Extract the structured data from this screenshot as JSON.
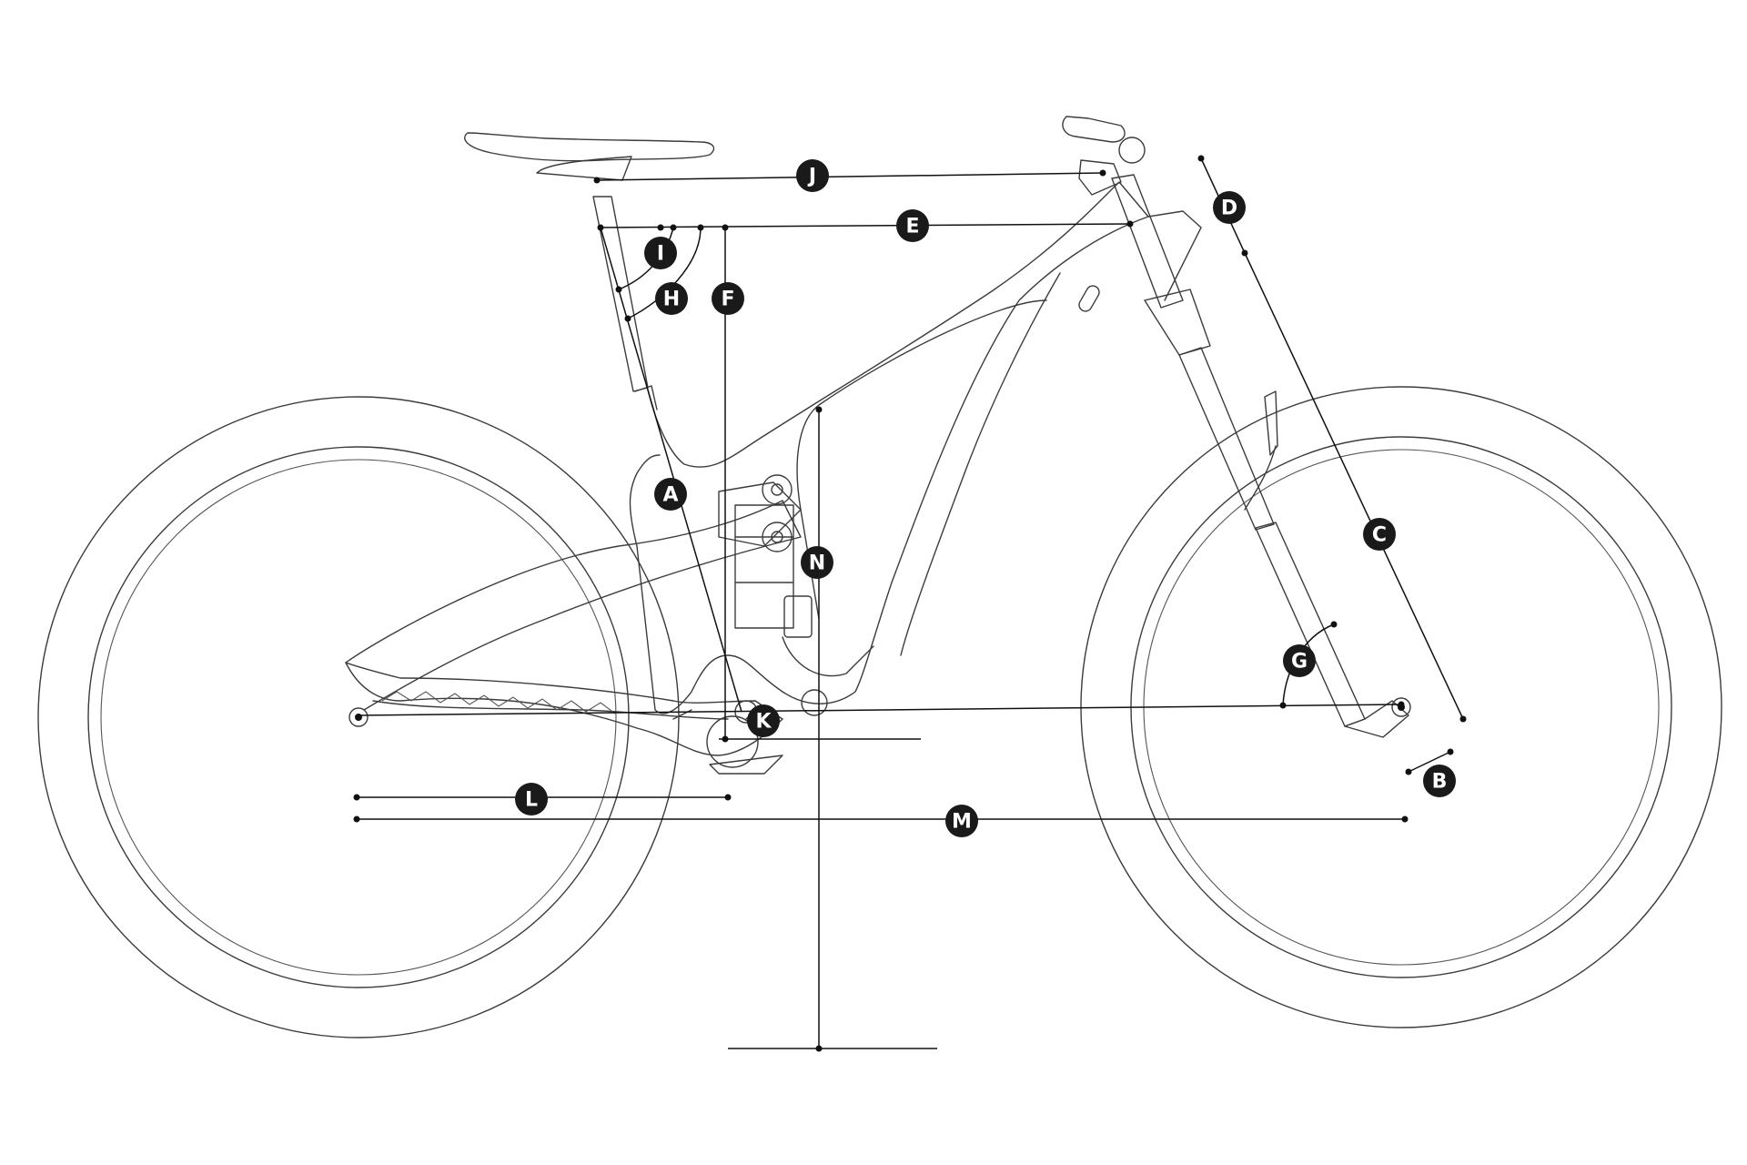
{
  "diagram": {
    "kind": "bicycle-geometry",
    "label_color": "#1a1a1a",
    "line_color": "#3c3c3c",
    "markers": [
      "A",
      "B",
      "C",
      "D",
      "E",
      "F",
      "G",
      "H",
      "I",
      "J",
      "K",
      "L",
      "M",
      "N"
    ]
  }
}
